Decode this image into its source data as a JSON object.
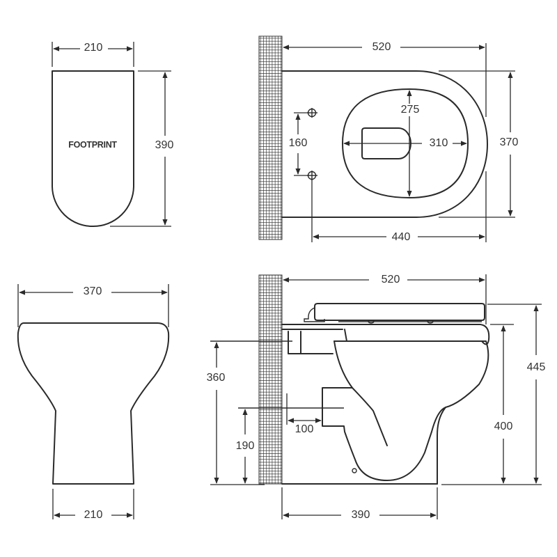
{
  "diagram": {
    "subject": "Back-to-wall toilet pan dimension drawing",
    "colors": {
      "line": "#2a2a2a",
      "text": "#333333",
      "background": "#ffffff"
    },
    "views": {
      "footprint": {
        "label": "FOOTPRINT",
        "width": "210",
        "depth": "390"
      },
      "plan_view": {
        "overall_depth_from_wall": "520",
        "width": "370",
        "fixing_hole_spacing": "160",
        "bowl_opening_length": "275",
        "bowl_opening_center_to_front": "310",
        "fixing_hole_to_front": "440"
      },
      "front_view": {
        "top_width": "370",
        "base_width": "210"
      },
      "side_view": {
        "overall_depth_from_wall": "520",
        "overall_height_with_seat": "445",
        "rim_height": "400",
        "inlet_height": "360",
        "outlet_height": "190",
        "outlet_projection": "100",
        "base_depth": "390"
      }
    }
  }
}
